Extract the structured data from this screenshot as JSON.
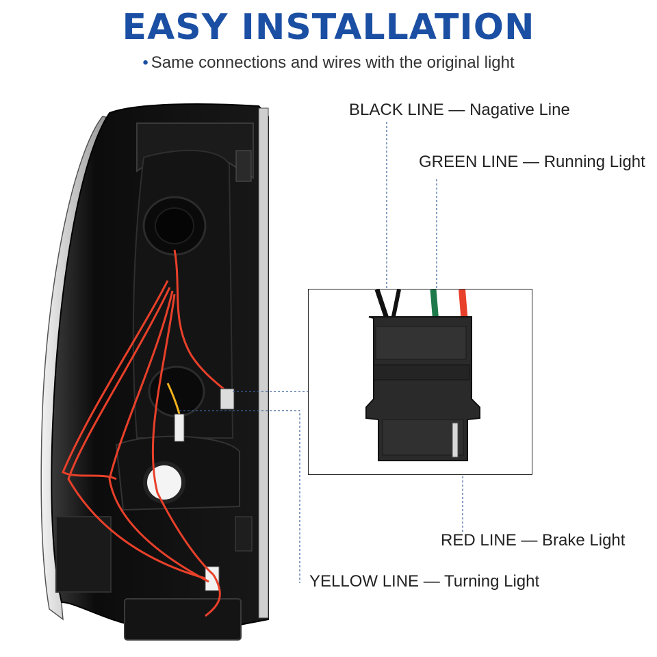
{
  "header": {
    "title": "EASY INSTALLATION",
    "bullet": "•",
    "subtitle": "Same connections and wires with the original light"
  },
  "labels": {
    "black": "BLACK LINE — Nagative Line",
    "green": "GREEN LINE — Running Light",
    "red": "RED LINE — Brake Light",
    "yellow": "YELLOW LINE — Turning Light"
  },
  "colors": {
    "title": "#1b4fa3",
    "wire_red": "#e8402a",
    "wire_green": "#1e7a4a",
    "wire_black": "#111111",
    "wire_yellow": "#f2b21b",
    "leader_line": "#3a5f9a"
  }
}
